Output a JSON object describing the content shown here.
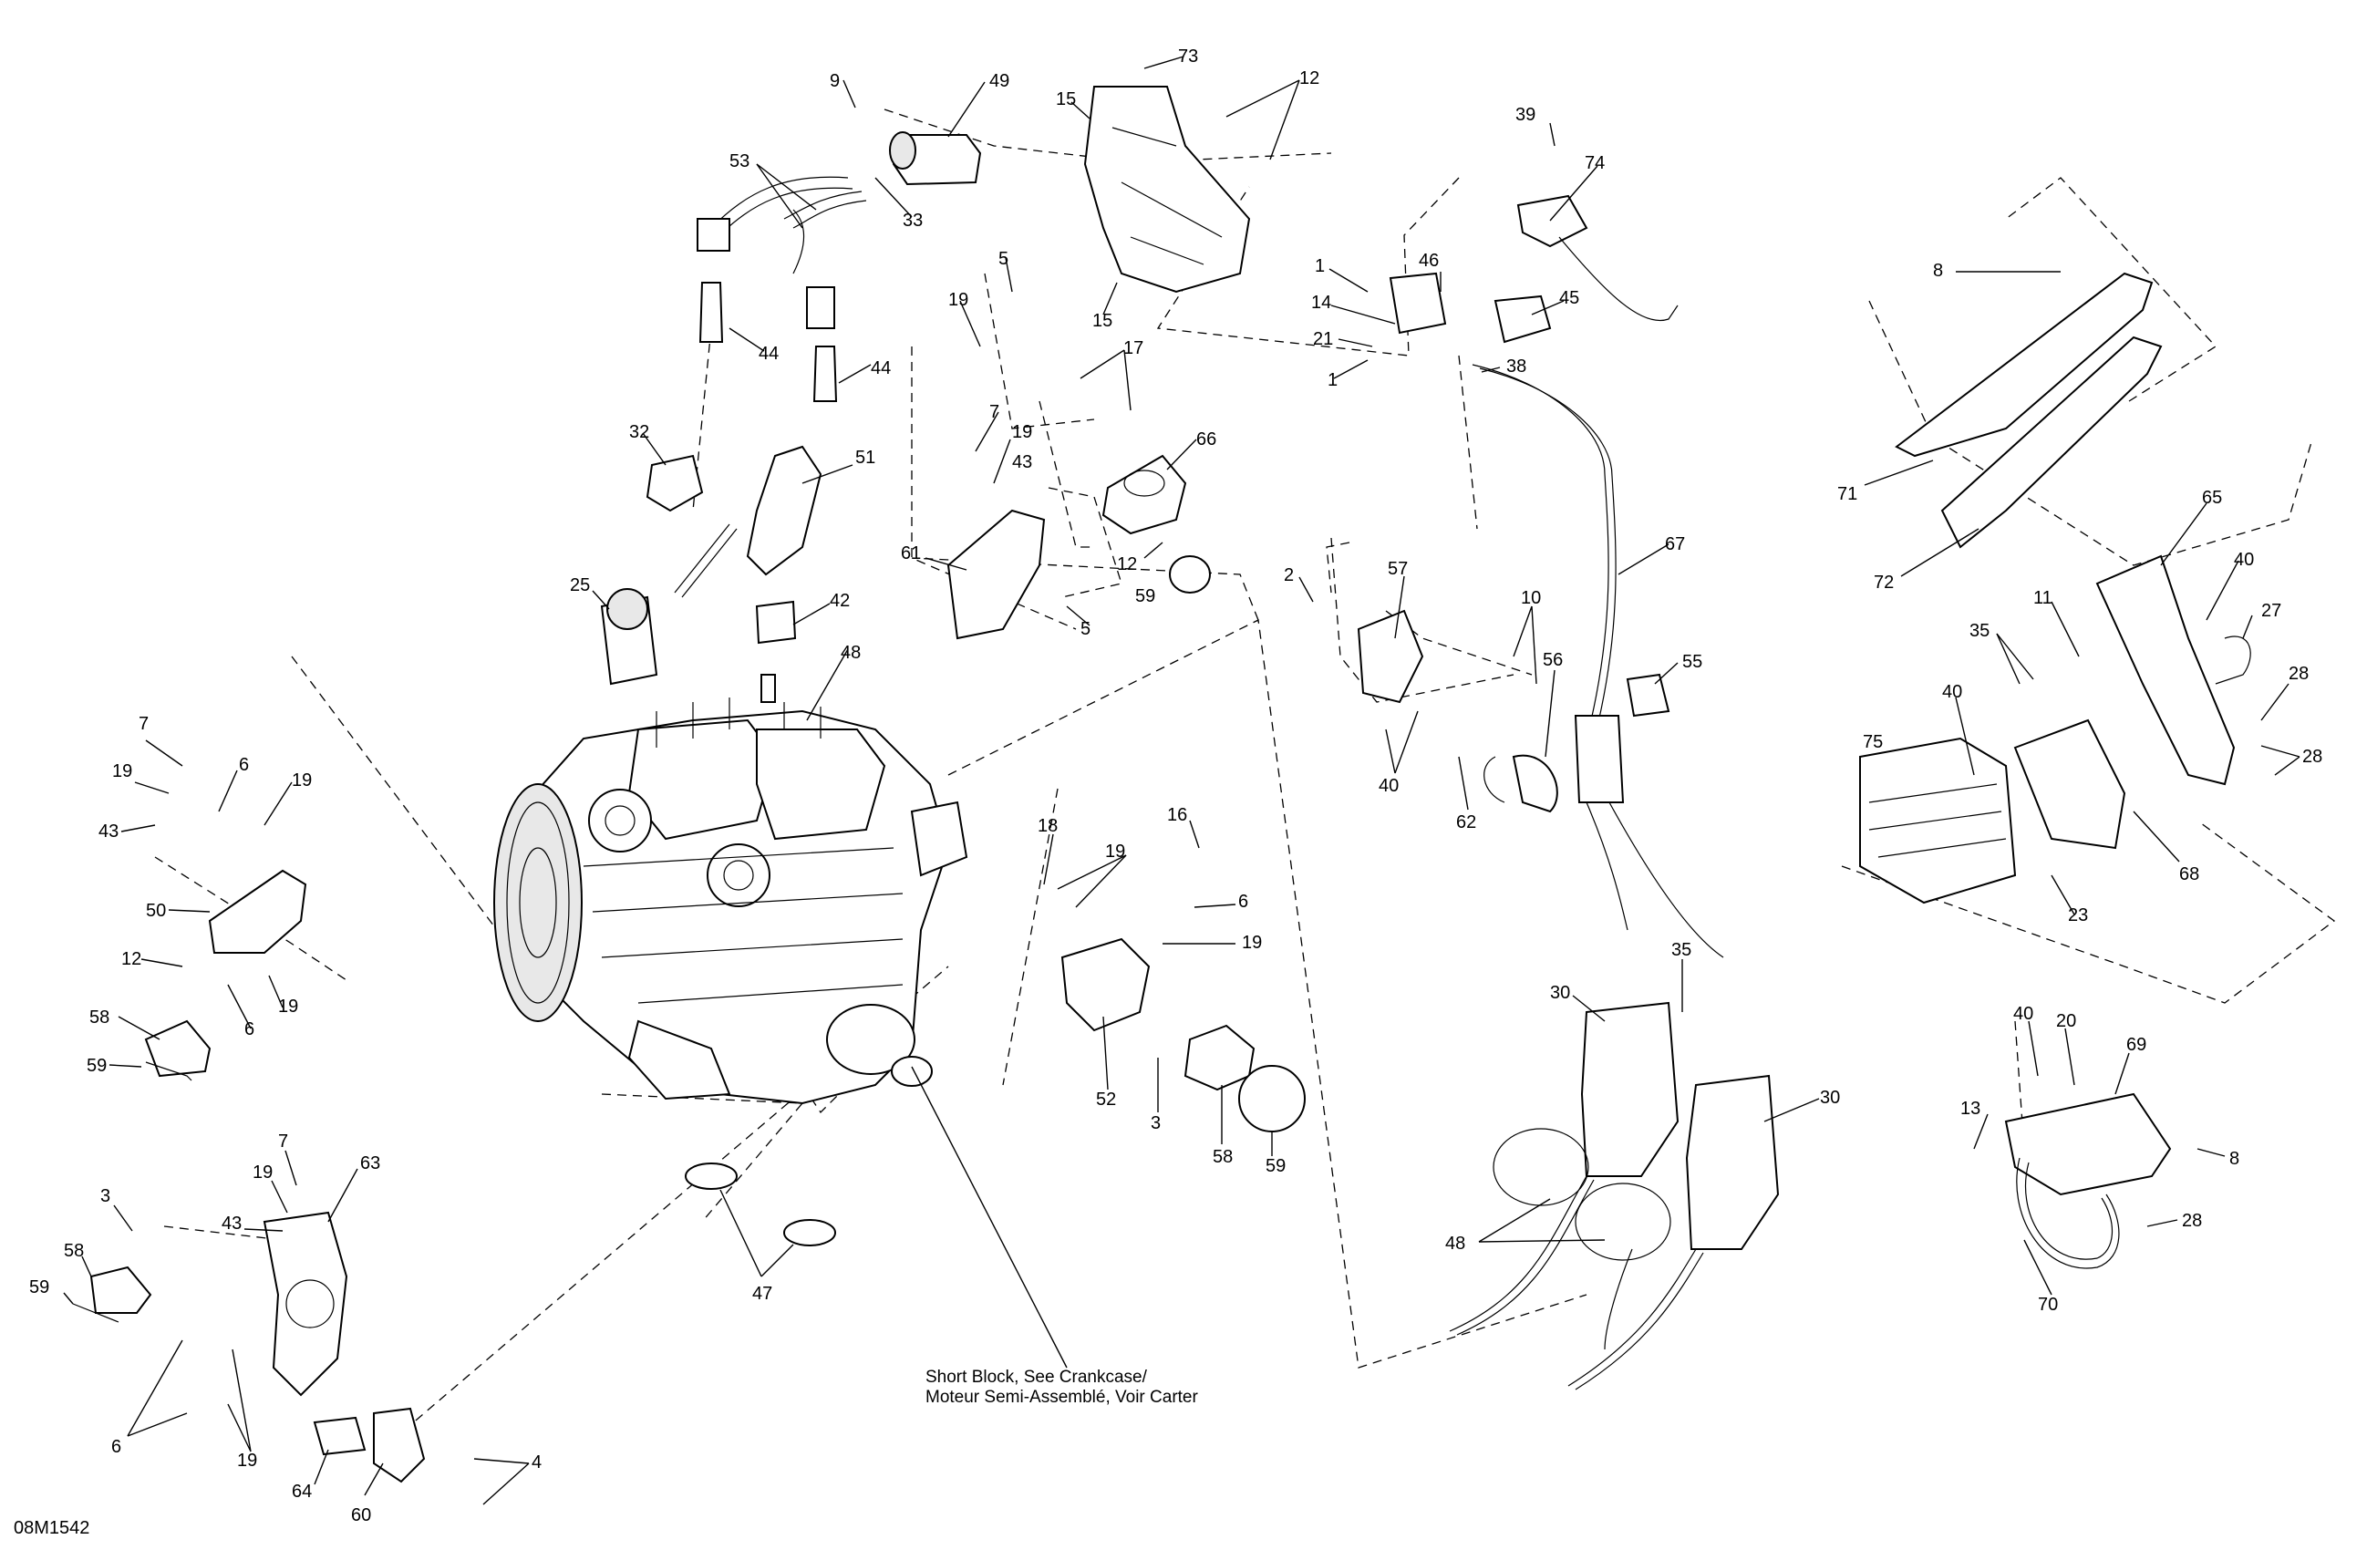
{
  "reference_code": "08M1542",
  "caption": {
    "line1": "Short Block, See Crankcase/",
    "line2": "Moteur Semi-Assemblé, Voir Carter"
  },
  "callouts": [
    {
      "id": "c9",
      "label": "9"
    },
    {
      "id": "c49",
      "label": "49"
    },
    {
      "id": "c15a",
      "label": "15"
    },
    {
      "id": "c73",
      "label": "73"
    },
    {
      "id": "c12a",
      "label": "12"
    },
    {
      "id": "c53",
      "label": "53"
    },
    {
      "id": "c33",
      "label": "33"
    },
    {
      "id": "c15b",
      "label": "15"
    },
    {
      "id": "c44a",
      "label": "44"
    },
    {
      "id": "c44b",
      "label": "44"
    },
    {
      "id": "c5a",
      "label": "5"
    },
    {
      "id": "c19a",
      "label": "19"
    },
    {
      "id": "c17",
      "label": "17"
    },
    {
      "id": "c7a",
      "label": "7"
    },
    {
      "id": "c19b",
      "label": "19"
    },
    {
      "id": "c43a",
      "label": "43"
    },
    {
      "id": "c66",
      "label": "66"
    },
    {
      "id": "c32",
      "label": "32"
    },
    {
      "id": "c51",
      "label": "51"
    },
    {
      "id": "c61",
      "label": "61"
    },
    {
      "id": "c12b",
      "label": "12"
    },
    {
      "id": "c59a",
      "label": "59"
    },
    {
      "id": "c5b",
      "label": "5"
    },
    {
      "id": "c25",
      "label": "25"
    },
    {
      "id": "c42",
      "label": "42"
    },
    {
      "id": "c48a",
      "label": "48"
    },
    {
      "id": "c39",
      "label": "39"
    },
    {
      "id": "c74",
      "label": "74"
    },
    {
      "id": "c1a",
      "label": "1"
    },
    {
      "id": "c46",
      "label": "46"
    },
    {
      "id": "c14",
      "label": "14"
    },
    {
      "id": "c45",
      "label": "45"
    },
    {
      "id": "c21",
      "label": "21"
    },
    {
      "id": "c1b",
      "label": "1"
    },
    {
      "id": "c38",
      "label": "38"
    },
    {
      "id": "c8a",
      "label": "8"
    },
    {
      "id": "c71",
      "label": "71"
    },
    {
      "id": "c72",
      "label": "72"
    },
    {
      "id": "c67",
      "label": "67"
    },
    {
      "id": "c2",
      "label": "2"
    },
    {
      "id": "c57",
      "label": "57"
    },
    {
      "id": "c10",
      "label": "10"
    },
    {
      "id": "c56",
      "label": "56"
    },
    {
      "id": "c55",
      "label": "55"
    },
    {
      "id": "c40a",
      "label": "40"
    },
    {
      "id": "c62",
      "label": "62"
    },
    {
      "id": "c65",
      "label": "65"
    },
    {
      "id": "c40b",
      "label": "40"
    },
    {
      "id": "c11",
      "label": "11"
    },
    {
      "id": "c27",
      "label": "27"
    },
    {
      "id": "c35a",
      "label": "35"
    },
    {
      "id": "c40c",
      "label": "40"
    },
    {
      "id": "c75",
      "label": "75"
    },
    {
      "id": "c28a",
      "label": "28"
    },
    {
      "id": "c28b",
      "label": "28"
    },
    {
      "id": "c68",
      "label": "68"
    },
    {
      "id": "c23",
      "label": "23"
    },
    {
      "id": "c7b",
      "label": "7"
    },
    {
      "id": "c19c",
      "label": "19"
    },
    {
      "id": "c6a",
      "label": "6"
    },
    {
      "id": "c19d",
      "label": "19"
    },
    {
      "id": "c43b",
      "label": "43"
    },
    {
      "id": "c50",
      "label": "50"
    },
    {
      "id": "c12c",
      "label": "12"
    },
    {
      "id": "c19e",
      "label": "19"
    },
    {
      "id": "c58a",
      "label": "58"
    },
    {
      "id": "c6b",
      "label": "6"
    },
    {
      "id": "c59b",
      "label": "59"
    },
    {
      "id": "c18",
      "label": "18"
    },
    {
      "id": "c19f",
      "label": "19"
    },
    {
      "id": "c16",
      "label": "16"
    },
    {
      "id": "c6c",
      "label": "6"
    },
    {
      "id": "c19g",
      "label": "19"
    },
    {
      "id": "c52",
      "label": "52"
    },
    {
      "id": "c3a",
      "label": "3"
    },
    {
      "id": "c58b",
      "label": "58"
    },
    {
      "id": "c59c",
      "label": "59"
    },
    {
      "id": "c35b",
      "label": "35"
    },
    {
      "id": "c30a",
      "label": "30"
    },
    {
      "id": "c30b",
      "label": "30"
    },
    {
      "id": "c48b",
      "label": "48"
    },
    {
      "id": "c40d",
      "label": "40"
    },
    {
      "id": "c20",
      "label": "20"
    },
    {
      "id": "c69",
      "label": "69"
    },
    {
      "id": "c13",
      "label": "13"
    },
    {
      "id": "c8b",
      "label": "8"
    },
    {
      "id": "c28c",
      "label": "28"
    },
    {
      "id": "c70",
      "label": "70"
    },
    {
      "id": "c7c",
      "label": "7"
    },
    {
      "id": "c63",
      "label": "63"
    },
    {
      "id": "c19h",
      "label": "19"
    },
    {
      "id": "c43c",
      "label": "43"
    },
    {
      "id": "c3b",
      "label": "3"
    },
    {
      "id": "c58c",
      "label": "58"
    },
    {
      "id": "c59d",
      "label": "59"
    },
    {
      "id": "c47",
      "label": "47"
    },
    {
      "id": "c6d",
      "label": "6"
    },
    {
      "id": "c19i",
      "label": "19"
    },
    {
      "id": "c64",
      "label": "64"
    },
    {
      "id": "c60",
      "label": "60"
    },
    {
      "id": "c4",
      "label": "4"
    }
  ]
}
